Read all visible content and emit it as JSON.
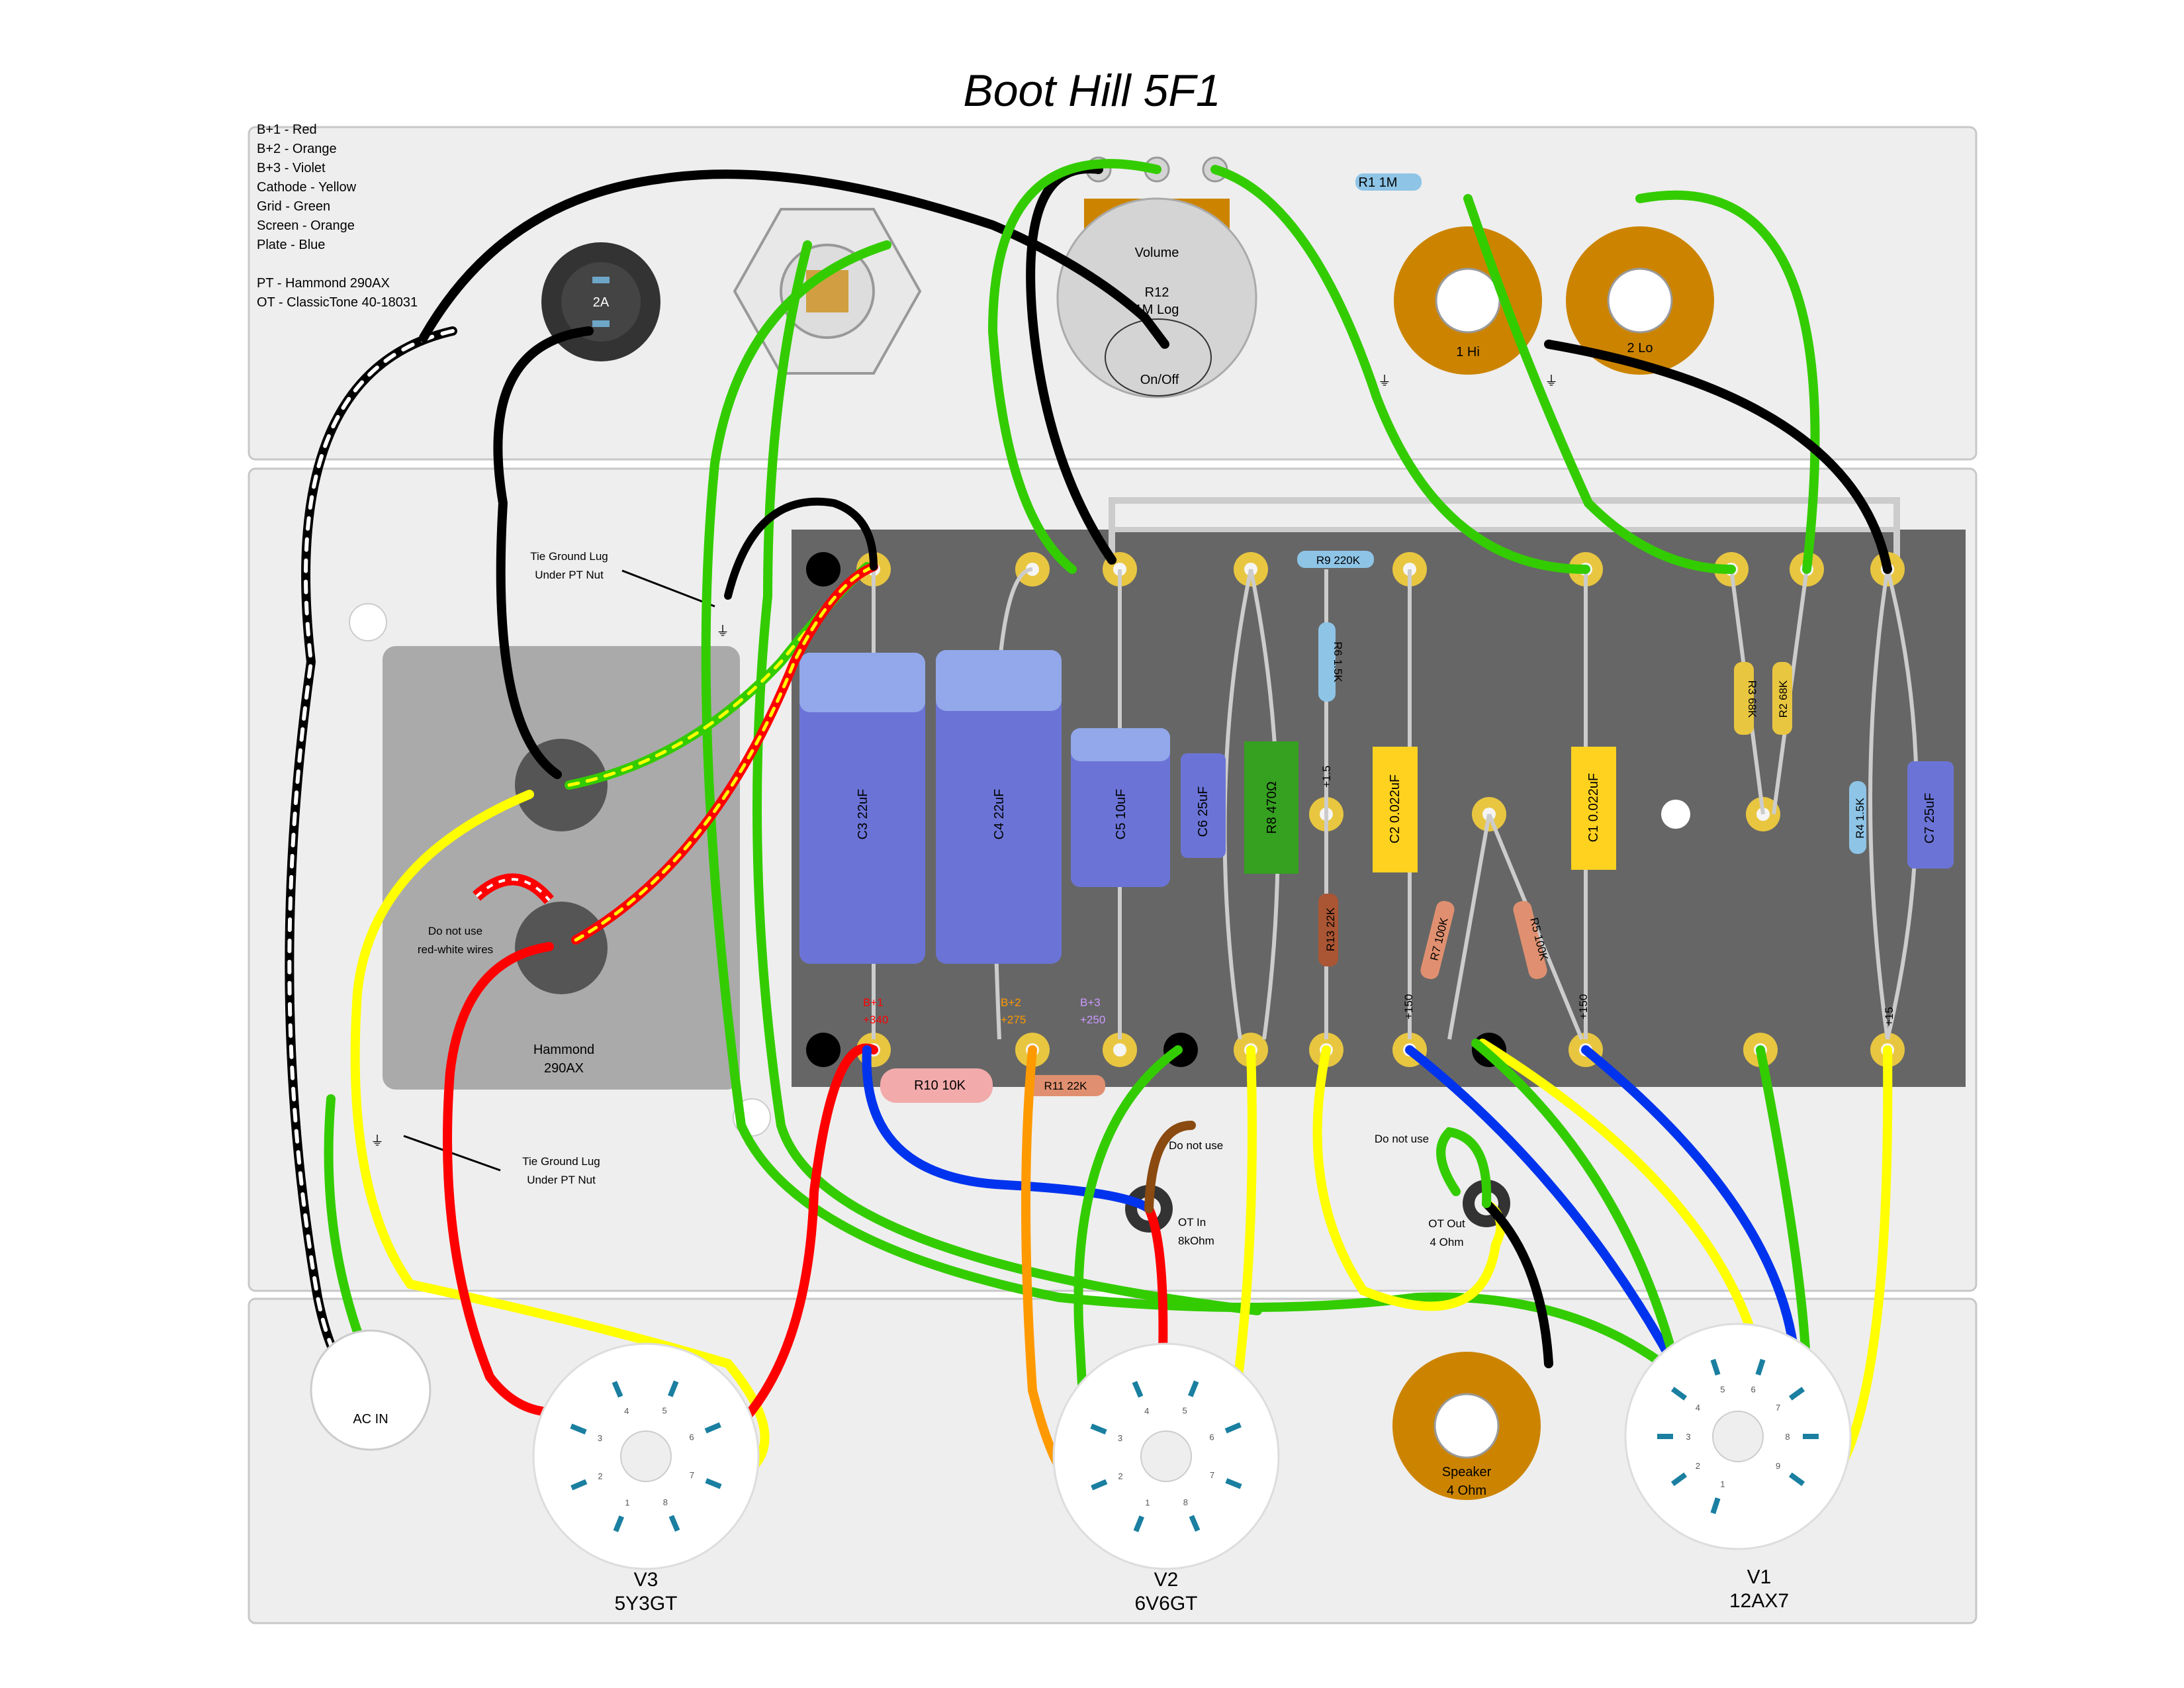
{
  "title": "Boot Hill 5F1",
  "legend": [
    "B+1 - Red",
    "B+2 - Orange",
    "B+3 - Violet",
    "Cathode - Yellow",
    "Grid - Green",
    "Screen - Orange",
    "Plate - Blue",
    "",
    "PT - Hammond 290AX",
    "OT - ClassicTone 40-18031"
  ],
  "colors": {
    "b1": "#ff0000",
    "b2": "#ff9900",
    "b3": "#cc99ff",
    "cathode": "#ffff00",
    "grid": "#33cc00",
    "plate": "#0033ee",
    "board": "#666666",
    "eyelet": "#e8c640",
    "pot": "#cc8400",
    "cap_blue": "#6b74d6",
    "cap_yellow": "#ffd21f"
  },
  "fuse": {
    "label": "2A"
  },
  "volume": {
    "title": "Volume",
    "ref": "R12",
    "value": "1M Log",
    "switch": "On/Off"
  },
  "inputs": {
    "hi": "1 Hi",
    "lo": "2 Lo"
  },
  "r1": "R1 1M",
  "pt": {
    "line1": "Hammond",
    "line2": "290AX",
    "do_not_use_1": "Do not use",
    "do_not_use_2": "red-white wires"
  },
  "ground_notes": {
    "upper_1": "Tie Ground Lug",
    "upper_2": "Under PT Nut",
    "lower_1": "Tie Ground Lug",
    "lower_2": "Under PT Nut"
  },
  "components": {
    "c3": "C3 22uF",
    "c4": "C4 22uF",
    "c5": "C5 10uF",
    "c6": "C6 25uF",
    "r8": "R8 470Ω",
    "r9": "R9 220K",
    "r6": "R6 1.5K",
    "r13": "R13 22K",
    "c2": "C2 0.022uF",
    "c1": "C1 0.022uF",
    "r7": "R7 100K",
    "r5": "R5 100K",
    "r3": "R3 68K",
    "r2": "R2 68K",
    "r4": "R4 1.5K",
    "c7": "C7 25uF",
    "r10": "R10 10K",
    "r11": "R11 22K"
  },
  "voltages": {
    "b1_name": "B+1",
    "b1_volt": "+340",
    "b2_name": "B+2",
    "b2_volt": "+275",
    "b3_name": "B+3",
    "b3_volt": "+250",
    "v150a": "+150",
    "v150b": "+150",
    "v1_5": "+1.5",
    "v15": "+15"
  },
  "ot_in": {
    "line1": "OT In",
    "line2": "8kOhm",
    "note": "Do not use"
  },
  "ot_out": {
    "line1": "OT Out",
    "line2": "4 Ohm",
    "note": "Do not use"
  },
  "speaker": {
    "line1": "Speaker",
    "line2": "4 Ohm"
  },
  "ac_in": "AC IN",
  "tubes": {
    "v3": {
      "name": "V3",
      "type": "5Y3GT"
    },
    "v2": {
      "name": "V2",
      "type": "6V6GT"
    },
    "v1": {
      "name": "V1",
      "type": "12AX7"
    }
  },
  "pins_octal": [
    "1",
    "2",
    "3",
    "4",
    "5",
    "6",
    "7",
    "8"
  ],
  "pins_noval": [
    "1",
    "2",
    "3",
    "4",
    "5",
    "6",
    "7",
    "8",
    "9"
  ]
}
